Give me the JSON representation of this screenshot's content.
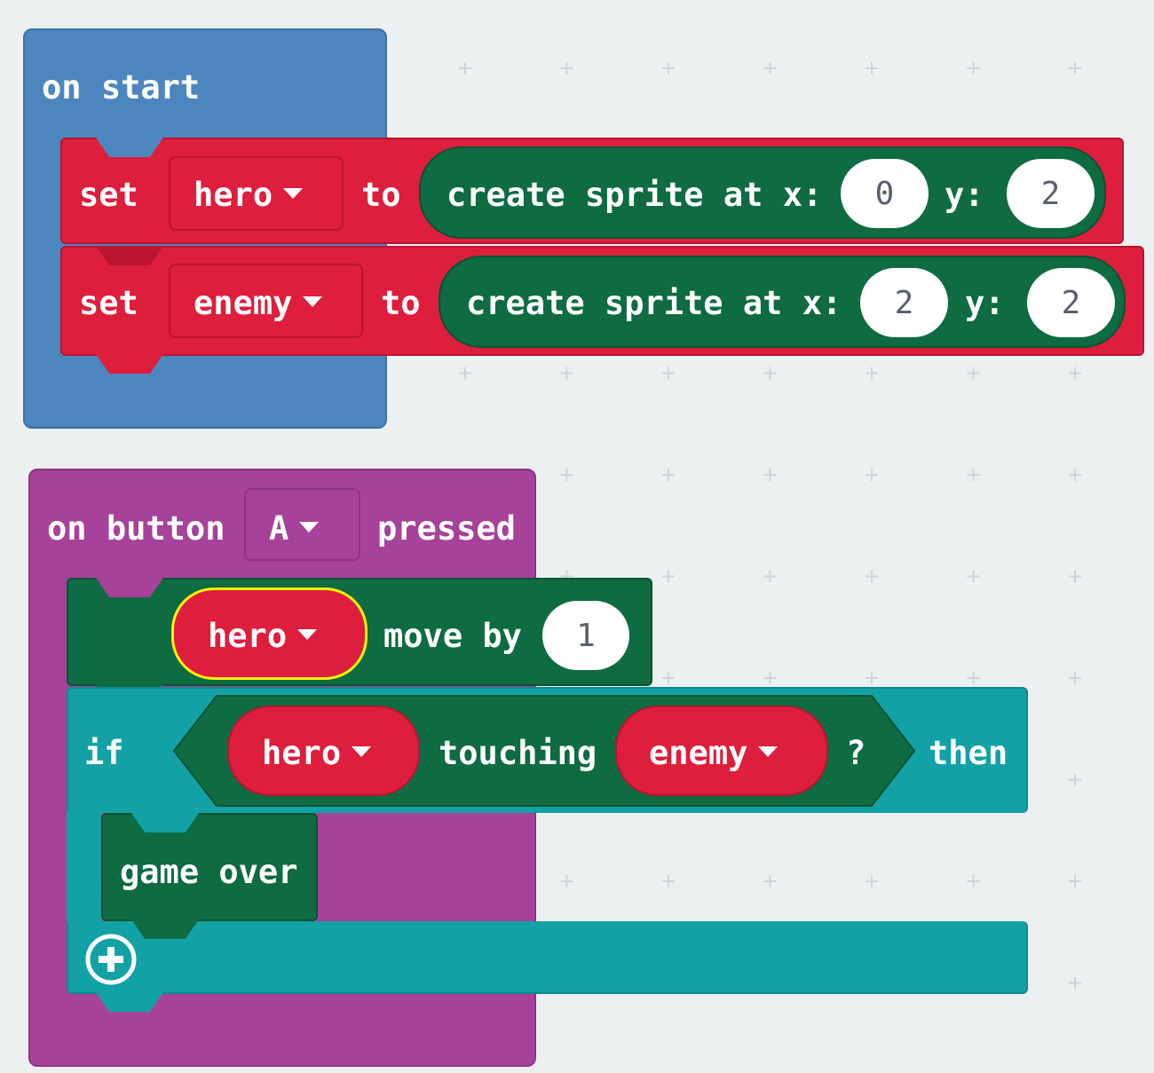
{
  "colors": {
    "events_blue": "#4d86bf",
    "variables_red": "#dd1e3c",
    "sprite_green": "#0e6b42",
    "input_purple": "#a6429a",
    "logic_teal": "#12a2a6",
    "background": "#ecf0f1"
  },
  "on_start": {
    "label": "on start",
    "rows": [
      {
        "set": "set",
        "var": "hero",
        "to": "to",
        "create": "create sprite at x:",
        "x": "0",
        "ylabel": "y:",
        "y": "2"
      },
      {
        "set": "set",
        "var": "enemy",
        "to": "to",
        "create": "create sprite at x:",
        "x": "2",
        "ylabel": "y:",
        "y": "2"
      }
    ]
  },
  "on_button": {
    "on": "on button",
    "button": "A",
    "pressed": "pressed",
    "move": {
      "var": "hero",
      "label": "move by",
      "value": "1"
    },
    "if_block": {
      "if": "if",
      "left": "hero",
      "op": "touching",
      "right": "enemy",
      "q": "?",
      "then": "then",
      "body": "game over"
    },
    "add_icon": "add-circle-icon"
  }
}
